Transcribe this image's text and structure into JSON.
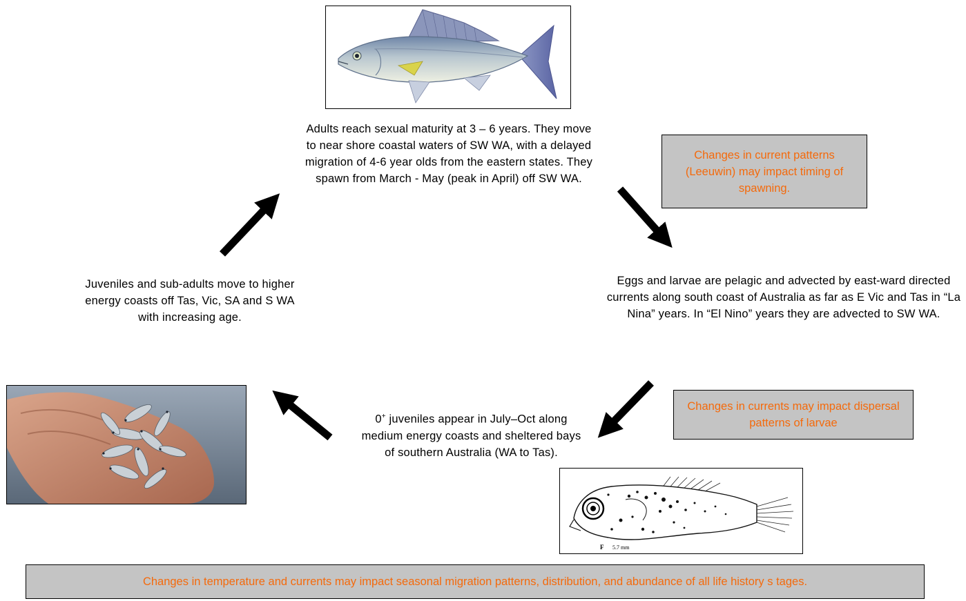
{
  "stages": {
    "adults": "Adults reach sexual maturity at 3 – 6 years. They move to near shore coastal waters of SW WA, with a delayed migration of 4-6 year olds from the eastern states. They spawn from March - May (peak in April) off SW WA.",
    "eggs_larvae": "Eggs and larvae are pelagic and advected by east-ward directed currents along south coast of Australia as far as E Vic and Tas in “La Nina” years. In “El Nino” years they are advected to SW WA.",
    "juveniles_0plus_prefix": "0",
    "juveniles_0plus_sup": "+",
    "juveniles_0plus": " juveniles appear in July–Oct along medium energy coasts and sheltered bays of southern Australia (WA to Tas).",
    "subadults": "Juveniles and sub-adults move to higher energy coasts off Tas, Vic, SA and S WA with increasing age."
  },
  "notes": {
    "spawning": "Changes in current patterns (Leeuwin) may impact timing of spawning.",
    "dispersal": "Changes in currents may impact dispersal patterns of larvae",
    "global": "Changes in temperature and currents may impact seasonal migration patterns, distribution, and abundance of all life history s tages."
  },
  "larva_caption": {
    "letter": "F",
    "size": "5.7 mm"
  },
  "colors": {
    "note_text": "#f46a0c",
    "note_bg": "#c4c4c4",
    "arrow": "#000000"
  },
  "icons": [
    "adult-fish-illustration",
    "juveniles-in-hand-photo",
    "larva-drawing"
  ]
}
